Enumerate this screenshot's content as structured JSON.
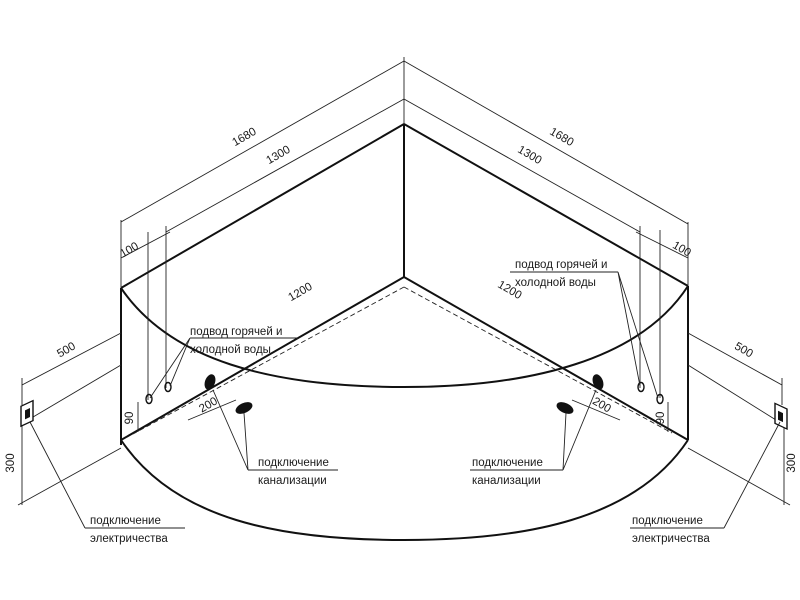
{
  "dimensions": {
    "overall_left": "1680",
    "overall_right": "1680",
    "side_left": "1300",
    "side_right": "1300",
    "inner_left": "1200",
    "inner_right": "1200",
    "offset_left": "100",
    "offset_right": "100",
    "elec_left": "500",
    "elec_right": "500",
    "height_left": "300",
    "height_right": "300",
    "drain_left": "200",
    "drain_right": "200",
    "water_left": "90",
    "water_right": "90"
  },
  "labels": {
    "water_left_line1": "подвод горячей и",
    "water_left_line2": "холодной воды",
    "water_right_line1": "подвод горячей и",
    "water_right_line2": "холодной воды",
    "drain_left_line1": "подключение",
    "drain_left_line2": "канализации",
    "drain_right_line1": "подключение",
    "drain_right_line2": "канализации",
    "elec_left_line1": "подключение",
    "elec_left_line2": "электричества",
    "elec_right_line1": "подключение",
    "elec_right_line2": "электричества"
  }
}
